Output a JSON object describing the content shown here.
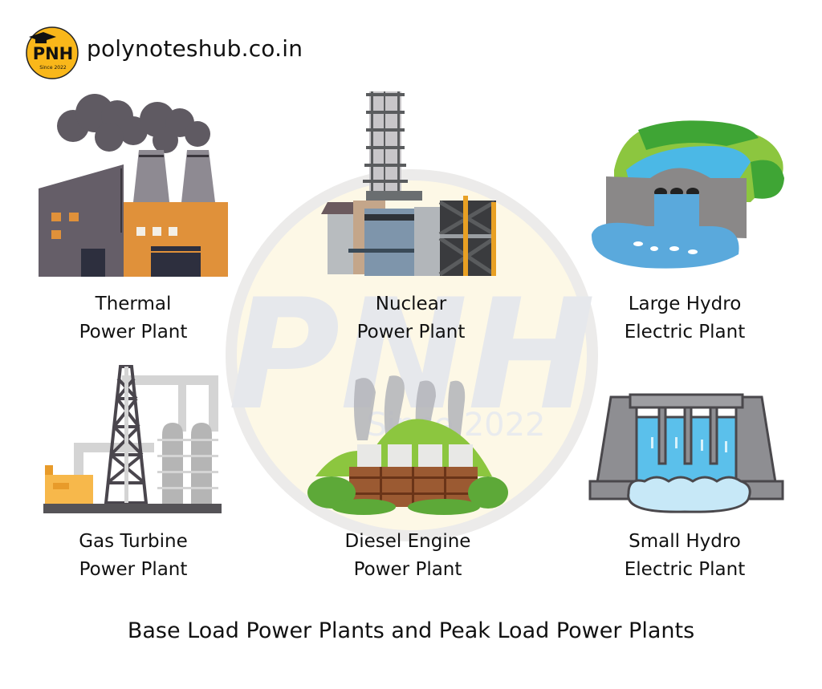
{
  "header": {
    "logo": {
      "text": "PNH",
      "subtext": "Since 2022",
      "color": "#F9B71A"
    },
    "site_name": "polynoteshub.co.in"
  },
  "watermark": {
    "text": "PNH",
    "subtext": "Since 2022",
    "color": "#FBF3D9"
  },
  "plants": [
    {
      "id": "thermal",
      "line1": "Thermal",
      "line2": "Power Plant",
      "icon": "factory-smokestacks-icon"
    },
    {
      "id": "nuclear",
      "line1": "Nuclear",
      "line2": "Power Plant",
      "icon": "nuclear-plant-icon"
    },
    {
      "id": "large-hydro",
      "line1": "Large Hydro",
      "line2": "Electric Plant",
      "icon": "dam-waterfall-icon"
    },
    {
      "id": "gas-turbine",
      "line1": "Gas Turbine",
      "line2": "Power Plant",
      "icon": "gas-turbine-tower-icon"
    },
    {
      "id": "diesel-engine",
      "line1": "Diesel Engine",
      "line2": "Power Plant",
      "icon": "diesel-plant-icon"
    },
    {
      "id": "small-hydro",
      "line1": "Small Hydro",
      "line2": "Electric Plant",
      "icon": "small-dam-icon"
    }
  ],
  "footer": {
    "caption": "Base Load Power Plants and Peak Load Power Plants"
  },
  "colors": {
    "thermal_orange": "#E0913A",
    "thermal_gray": "#655E68",
    "smoke": "#5F5A62",
    "water": "#4BB8E6",
    "green": "#8CC63F",
    "dark_green": "#3FA535",
    "steel": "#8E8E92",
    "brown": "#9B5A32"
  }
}
